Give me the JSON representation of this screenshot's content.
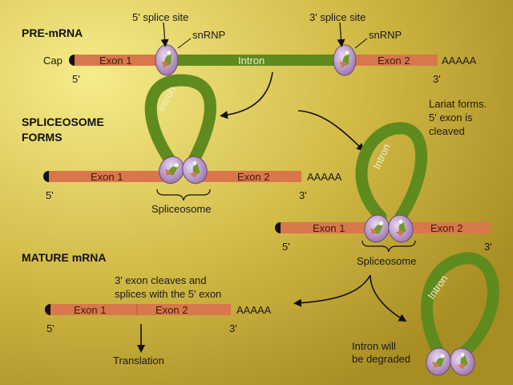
{
  "headings": {
    "pre_mrna": "PRE-mRNA",
    "spliceosome_forms": [
      "SPLICEOSOME",
      "FORMS"
    ],
    "mature_mrna": "MATURE mRNA"
  },
  "pre_mrna": {
    "five_splice_site": "5' splice site",
    "three_splice_site": "3' splice site",
    "snrnp_left": "snRNP",
    "snrnp_right": "snRNP",
    "cap": "Cap",
    "exon1": "Exon 1",
    "intron": "Intron",
    "exon2": "Exon 2",
    "poly_a": "AAAAA",
    "five_prime": "5'",
    "three_prime": "3'"
  },
  "spliceosome_stage": {
    "intron": "Intron",
    "exon1": "Exon 1",
    "exon2": "Exon 2",
    "poly_a": "AAAAA",
    "five_prime": "5'",
    "three_prime": "3'",
    "spliceosome": "Spliceosome"
  },
  "lariat_stage": {
    "note": [
      "Lariat forms.",
      "5' exon is",
      "cleaved"
    ],
    "intron": "Intron",
    "exon1": "Exon 1",
    "exon2": "Exon 2",
    "five_prime": "5'",
    "three_prime": "3'",
    "spliceosome": "Spliceosome"
  },
  "mature_stage": {
    "note": [
      "3' exon cleaves and",
      "splices with the 5' exon"
    ],
    "exon1": "Exon 1",
    "exon2": "Exon 2",
    "poly_a": "AAAAA",
    "five_prime": "5'",
    "three_prime": "3'",
    "translation": "Translation"
  },
  "degraded": {
    "intron": "Intron",
    "note": [
      "Intron will",
      "be degraded"
    ]
  },
  "colors": {
    "background": "#cbb13c",
    "exon": "#d9774c",
    "intron": "#5f8a1e",
    "snrnp": "#b48ec0"
  }
}
